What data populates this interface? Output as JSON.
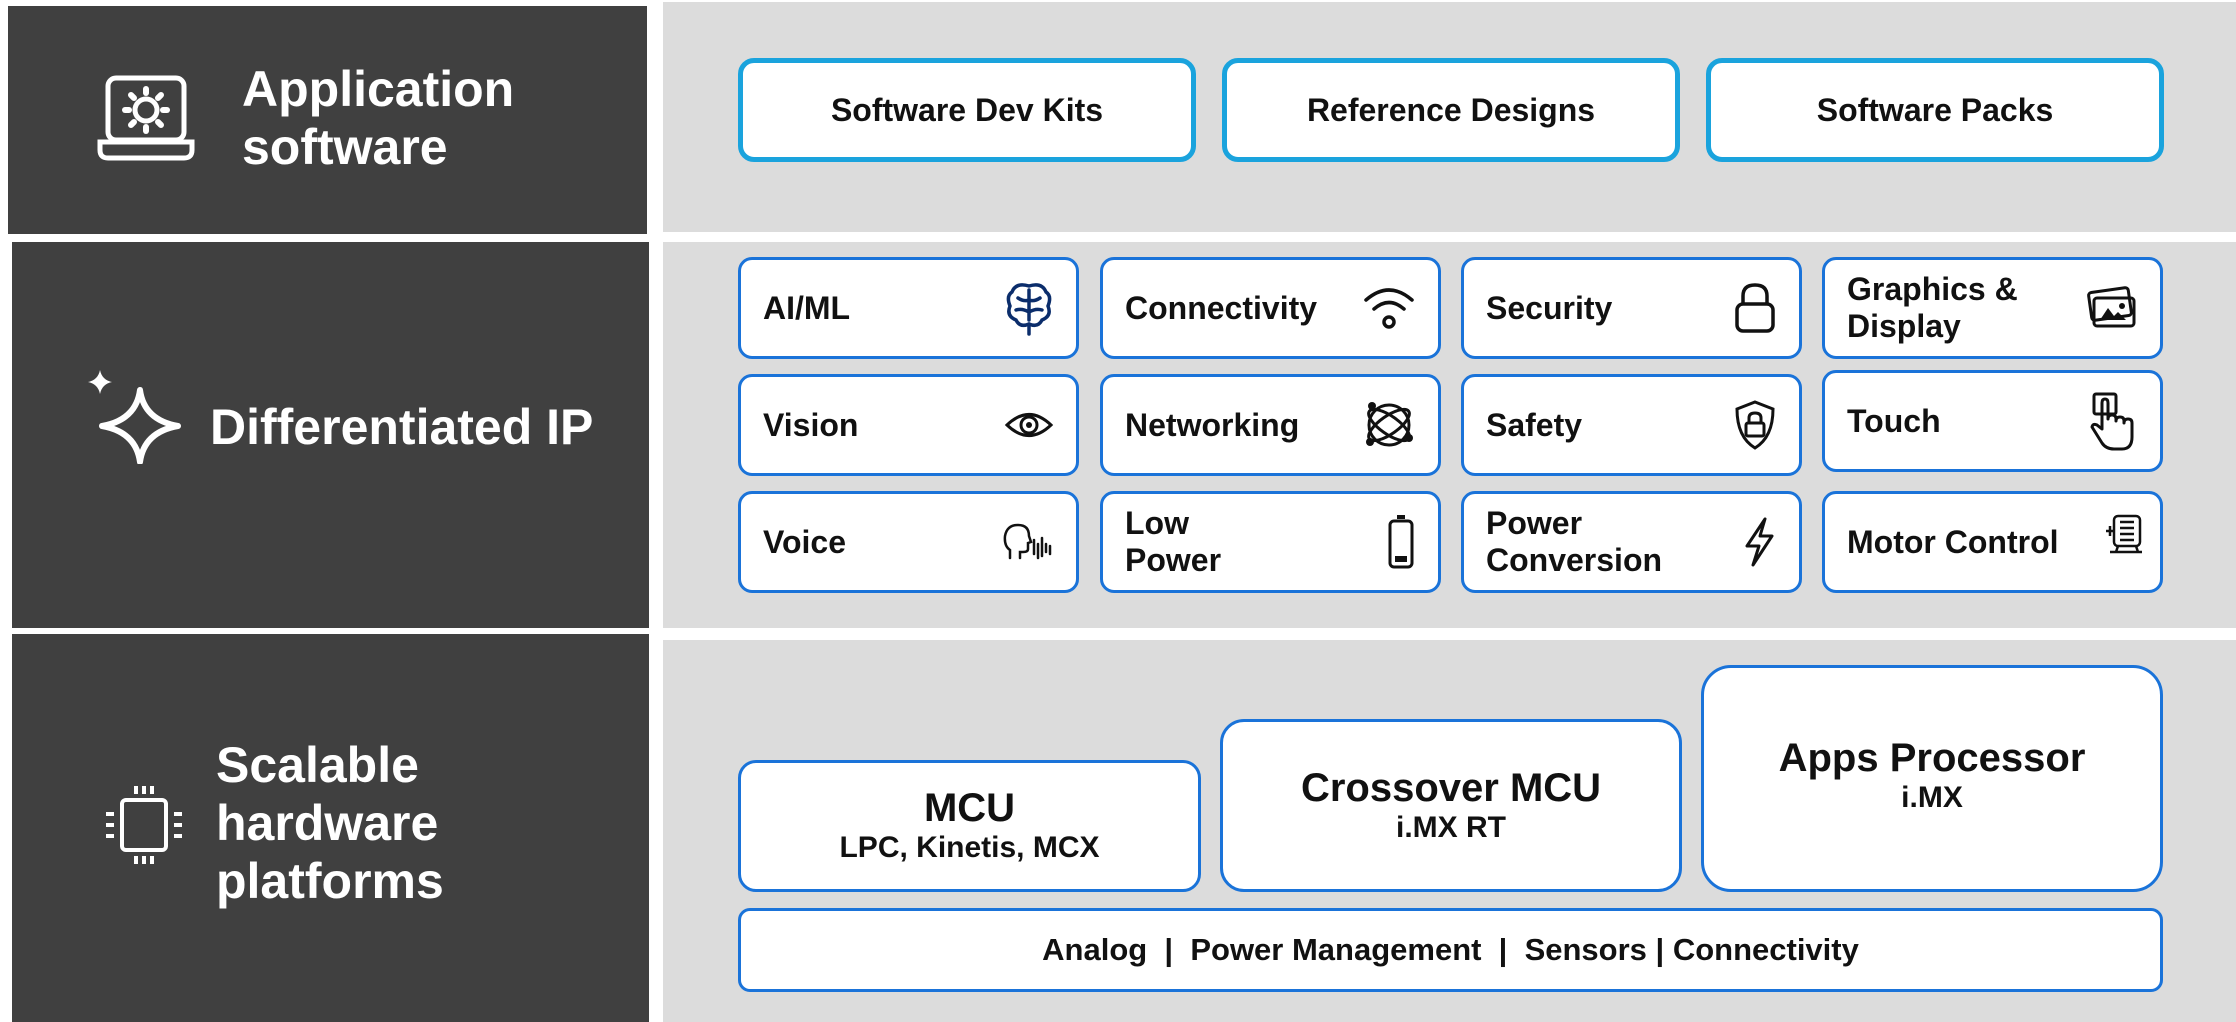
{
  "application_software": {
    "title": "Application\nsoftware",
    "icon": "laptop-gear-icon",
    "items": [
      "Software Dev Kits",
      "Reference Designs",
      "Software Packs"
    ]
  },
  "differentiated_ip": {
    "title": "Differentiated IP",
    "icon": "sparkle-icon",
    "items": [
      {
        "label": "AI/ML",
        "icon": "brain-icon"
      },
      {
        "label": "Connectivity",
        "icon": "wifi-icon"
      },
      {
        "label": "Security",
        "icon": "lock-icon"
      },
      {
        "label": "Graphics &\nDisplay",
        "icon": "display-icon"
      },
      {
        "label": "Vision",
        "icon": "eye-icon"
      },
      {
        "label": "Networking",
        "icon": "globe-network-icon"
      },
      {
        "label": "Safety",
        "icon": "shield-lock-icon"
      },
      {
        "label": "Touch",
        "icon": "touch-hand-icon"
      },
      {
        "label": "Voice",
        "icon": "voice-head-icon"
      },
      {
        "label": "Low\nPower",
        "icon": "battery-icon"
      },
      {
        "label": "Power\nConversion",
        "icon": "lightning-icon"
      },
      {
        "label": "Motor Control",
        "icon": "motor-icon"
      }
    ]
  },
  "hardware_platforms": {
    "title": "Scalable\nhardware\nplatforms",
    "icon": "chip-icon",
    "mcu": {
      "title": "MCU",
      "sub": "LPC, Kinetis, MCX"
    },
    "crossover": {
      "title": "Crossover MCU",
      "sub": "i.MX RT"
    },
    "apps": {
      "title": "Apps Processor",
      "sub": "i.MX"
    },
    "bottom_bar": "Analog  |  Power Management  |  Sensors | Connectivity"
  },
  "colors": {
    "dark_panel": "#404040",
    "light_panel": "#dcdcdc",
    "top_box_border": "#1aa3dd",
    "box_border": "#1a73d9"
  }
}
